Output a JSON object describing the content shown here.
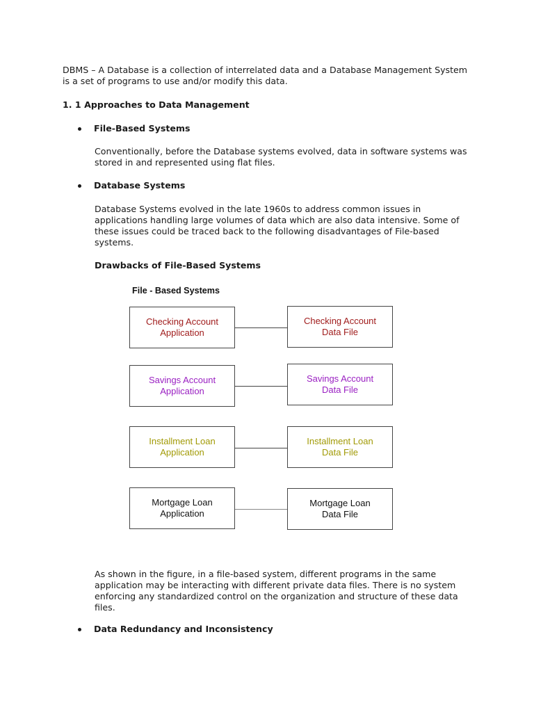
{
  "intro": {
    "line1": "DBMS – A Database is a collection of interrelated data and a Database Management System",
    "line2": "is a set of programs to use and/or modify this data."
  },
  "section": {
    "heading": "1. 1 Approaches to Data Management"
  },
  "bullets": [
    {
      "title": "File-Based Systems",
      "body_lines": [
        "Conventionally, before the Database systems evolved, data in software systems was",
        "stored in and represented using flat files."
      ]
    },
    {
      "title": "Database Systems",
      "body_lines": [
        "Database Systems evolved in the late 1960s to address common issues in",
        "applications handling large volumes of data which are also data intensive. Some of",
        "these issues could be traced back to the following disadvantages of File-based",
        "systems."
      ]
    },
    {
      "title": "Data Redundancy and Inconsistency"
    }
  ],
  "drawbacks_heading": "Drawbacks of File-Based Systems",
  "diagram": {
    "title": "File - Based Systems",
    "rows": [
      {
        "app_line1": "Checking Account",
        "app_line2": "Application",
        "file_line1": "Checking Account",
        "file_line2": "Data File",
        "color": "#a01c1c"
      },
      {
        "app_line1": "Savings Account",
        "app_line2": "Application",
        "file_line1": "Savings Account",
        "file_line2": "Data File",
        "color": "#9a1fc2"
      },
      {
        "app_line1": "Installment Loan",
        "app_line2": "Application",
        "file_line1": "Installment Loan",
        "file_line2": "Data File",
        "color": "#a19a05"
      },
      {
        "app_line1": "Mortgage Loan",
        "app_line2": "Application",
        "file_line1": "Mortgage Loan",
        "file_line2": "Data File",
        "color": "#111111"
      }
    ]
  },
  "figure_caption_lines": [
    "As shown in the figure, in a file-based system, different programs in the same",
    "application may be interacting with different private data files. There is no system",
    "enforcing any standardized control on the organization and structure of these data",
    "files."
  ]
}
